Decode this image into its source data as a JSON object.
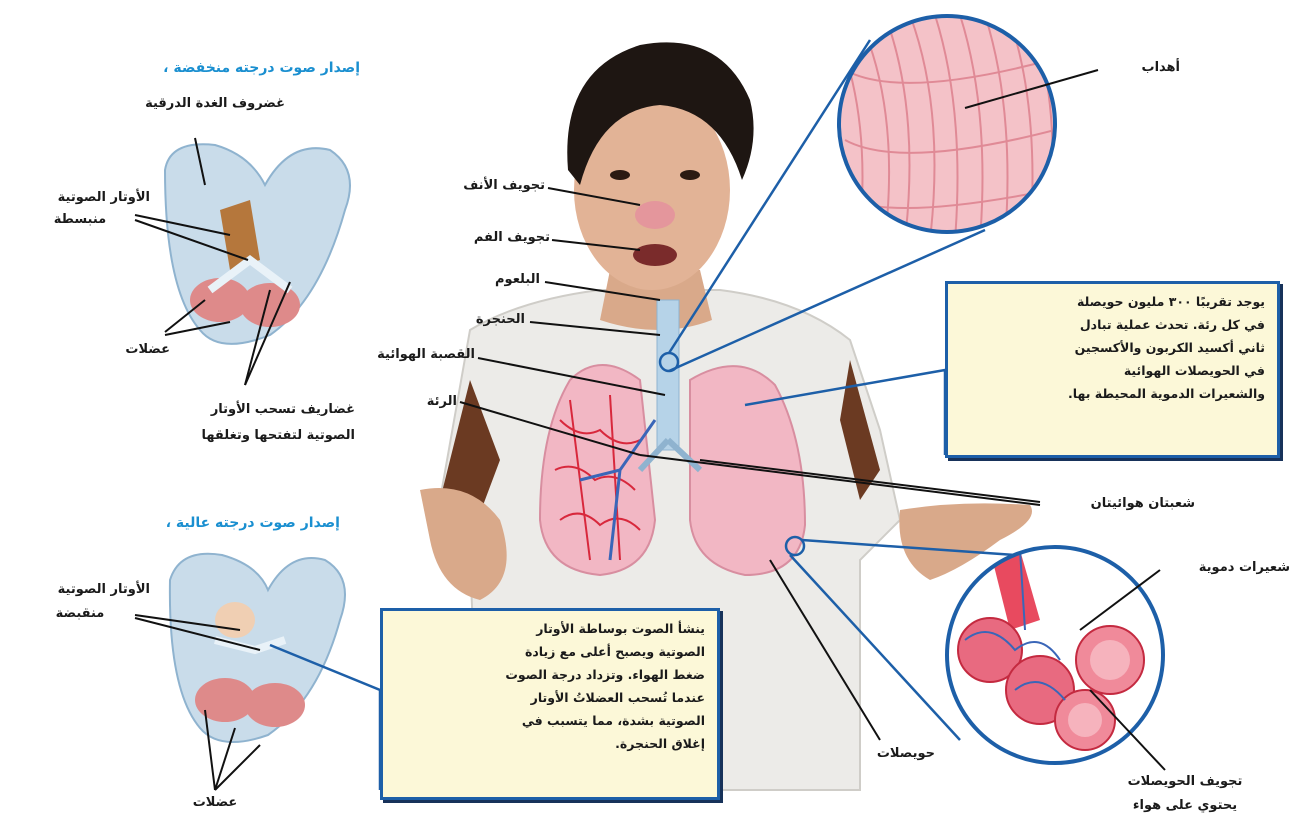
{
  "low_pitch": {
    "heading": "إصدار صوت درجته منخفضة ،",
    "labels": {
      "cartilage": "غضروف الغدة الدرقية",
      "cords_l1": "الأوتار الصوتية",
      "cords_l2": "منبسطة",
      "muscles": "عضلات",
      "pull_l1": "غضاريف تسحب الأوتار",
      "pull_l2": "الصوتية لتفتحها وتغلقها"
    }
  },
  "high_pitch": {
    "heading": "إصدار صوت درجته عالية ،",
    "labels": {
      "cords_l1": "الأوتار الصوتية",
      "cords_l2": "منقبضة",
      "muscles": "عضلات"
    }
  },
  "body_labels": {
    "nasal": "تجويف الأنف",
    "mouth": "تجويف الفم",
    "pharynx": "البلعوم",
    "larynx": "الحنجرة",
    "trachea": "القصبة الهوائية",
    "lung": "الرئة",
    "bronchi": "شعبتان هوائيتان",
    "alveoli": "حويصلات"
  },
  "magnified": {
    "cilia": "أهداب",
    "capillaries": "شعيرات دموية",
    "cavity_l1": "تجويف الحويصلات",
    "cavity_l2": "يحتوي على هواء"
  },
  "lung_box": {
    "lines": [
      "يوجد تقريبًا ٣٠٠ مليون حويصلة",
      "في كل رئة. تحدث عملية تبادل",
      "ثاني أكسيد الكربون والأكسجين",
      "في الحويصلات الهوائية",
      "والشعيرات الدموية المحيطة بها."
    ]
  },
  "sound_box": {
    "lines": [
      "ينشأ الصوت بوساطة الأوتار",
      "الصوتية ويصبح أعلى مع زيادة",
      "ضغط الهواء. وتزداد درجة الصوت",
      "عندما تُسحب العضلاتُ الأوتار",
      "الصوتية بشدة، مما يتسبب في",
      "إغلاق الحنجرة."
    ]
  },
  "colors": {
    "accent_blue": "#1d5fa8",
    "heading_blue": "#1a8fd0",
    "box_fill": "#fcf8d8",
    "lung_pink": "#f2b7c4",
    "vessel_red": "#d8283c",
    "vessel_blue": "#3a66b8"
  }
}
